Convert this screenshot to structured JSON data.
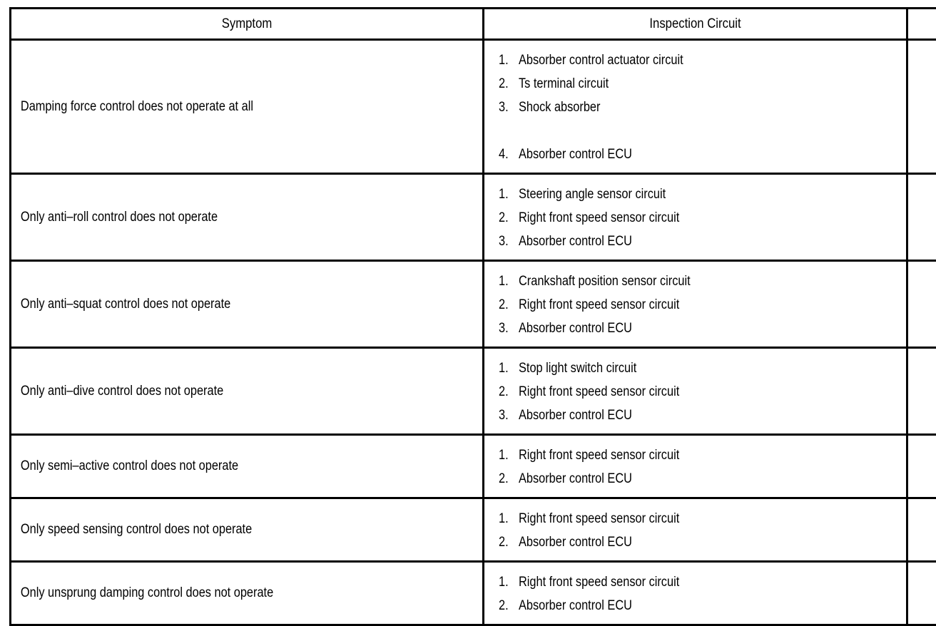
{
  "table": {
    "headers": [
      {
        "label": "Symptom"
      },
      {
        "label": "Inspection Circuit"
      },
      {
        "label": ""
      }
    ],
    "rows": [
      {
        "symptom": "Damping force control does not operate at all",
        "items": [
          {
            "num": "1.",
            "text": "Absorber control actuator circuit"
          },
          {
            "num": "2.",
            "text": "Ts terminal circuit"
          },
          {
            "num": "3.",
            "text": "Shock absorber"
          },
          {
            "num": "",
            "text": ""
          },
          {
            "num": "4.",
            "text": "Absorber control ECU"
          }
        ]
      },
      {
        "symptom": "Only anti–roll control does not operate",
        "items": [
          {
            "num": "1.",
            "text": "Steering angle sensor circuit"
          },
          {
            "num": "2.",
            "text": "Right front speed sensor circuit"
          },
          {
            "num": "3.",
            "text": "Absorber control ECU"
          }
        ]
      },
      {
        "symptom": "Only anti–squat control does not operate",
        "items": [
          {
            "num": "1.",
            "text": "Crankshaft position sensor circuit"
          },
          {
            "num": "2.",
            "text": "Right front speed sensor circuit"
          },
          {
            "num": "3.",
            "text": "Absorber control ECU"
          }
        ]
      },
      {
        "symptom": "Only anti–dive control does not operate",
        "items": [
          {
            "num": "1.",
            "text": "Stop light switch circuit"
          },
          {
            "num": "2.",
            "text": "Right front speed sensor circuit"
          },
          {
            "num": "3.",
            "text": "Absorber control ECU"
          }
        ]
      },
      {
        "symptom": "Only semi–active control does not operate",
        "items": [
          {
            "num": "1.",
            "text": "Right front speed sensor circuit"
          },
          {
            "num": "2.",
            "text": "Absorber control ECU"
          }
        ]
      },
      {
        "symptom": "Only speed sensing control does not operate",
        "items": [
          {
            "num": "1.",
            "text": "Right front speed sensor circuit"
          },
          {
            "num": "2.",
            "text": "Absorber control ECU"
          }
        ]
      },
      {
        "symptom": "Only unsprung damping control does not operate",
        "items": [
          {
            "num": "1.",
            "text": "Right front speed sensor circuit"
          },
          {
            "num": "2.",
            "text": "Absorber control ECU"
          }
        ]
      }
    ]
  },
  "colors": {
    "border": "#000000",
    "text": "#000000",
    "background": "#ffffff"
  }
}
